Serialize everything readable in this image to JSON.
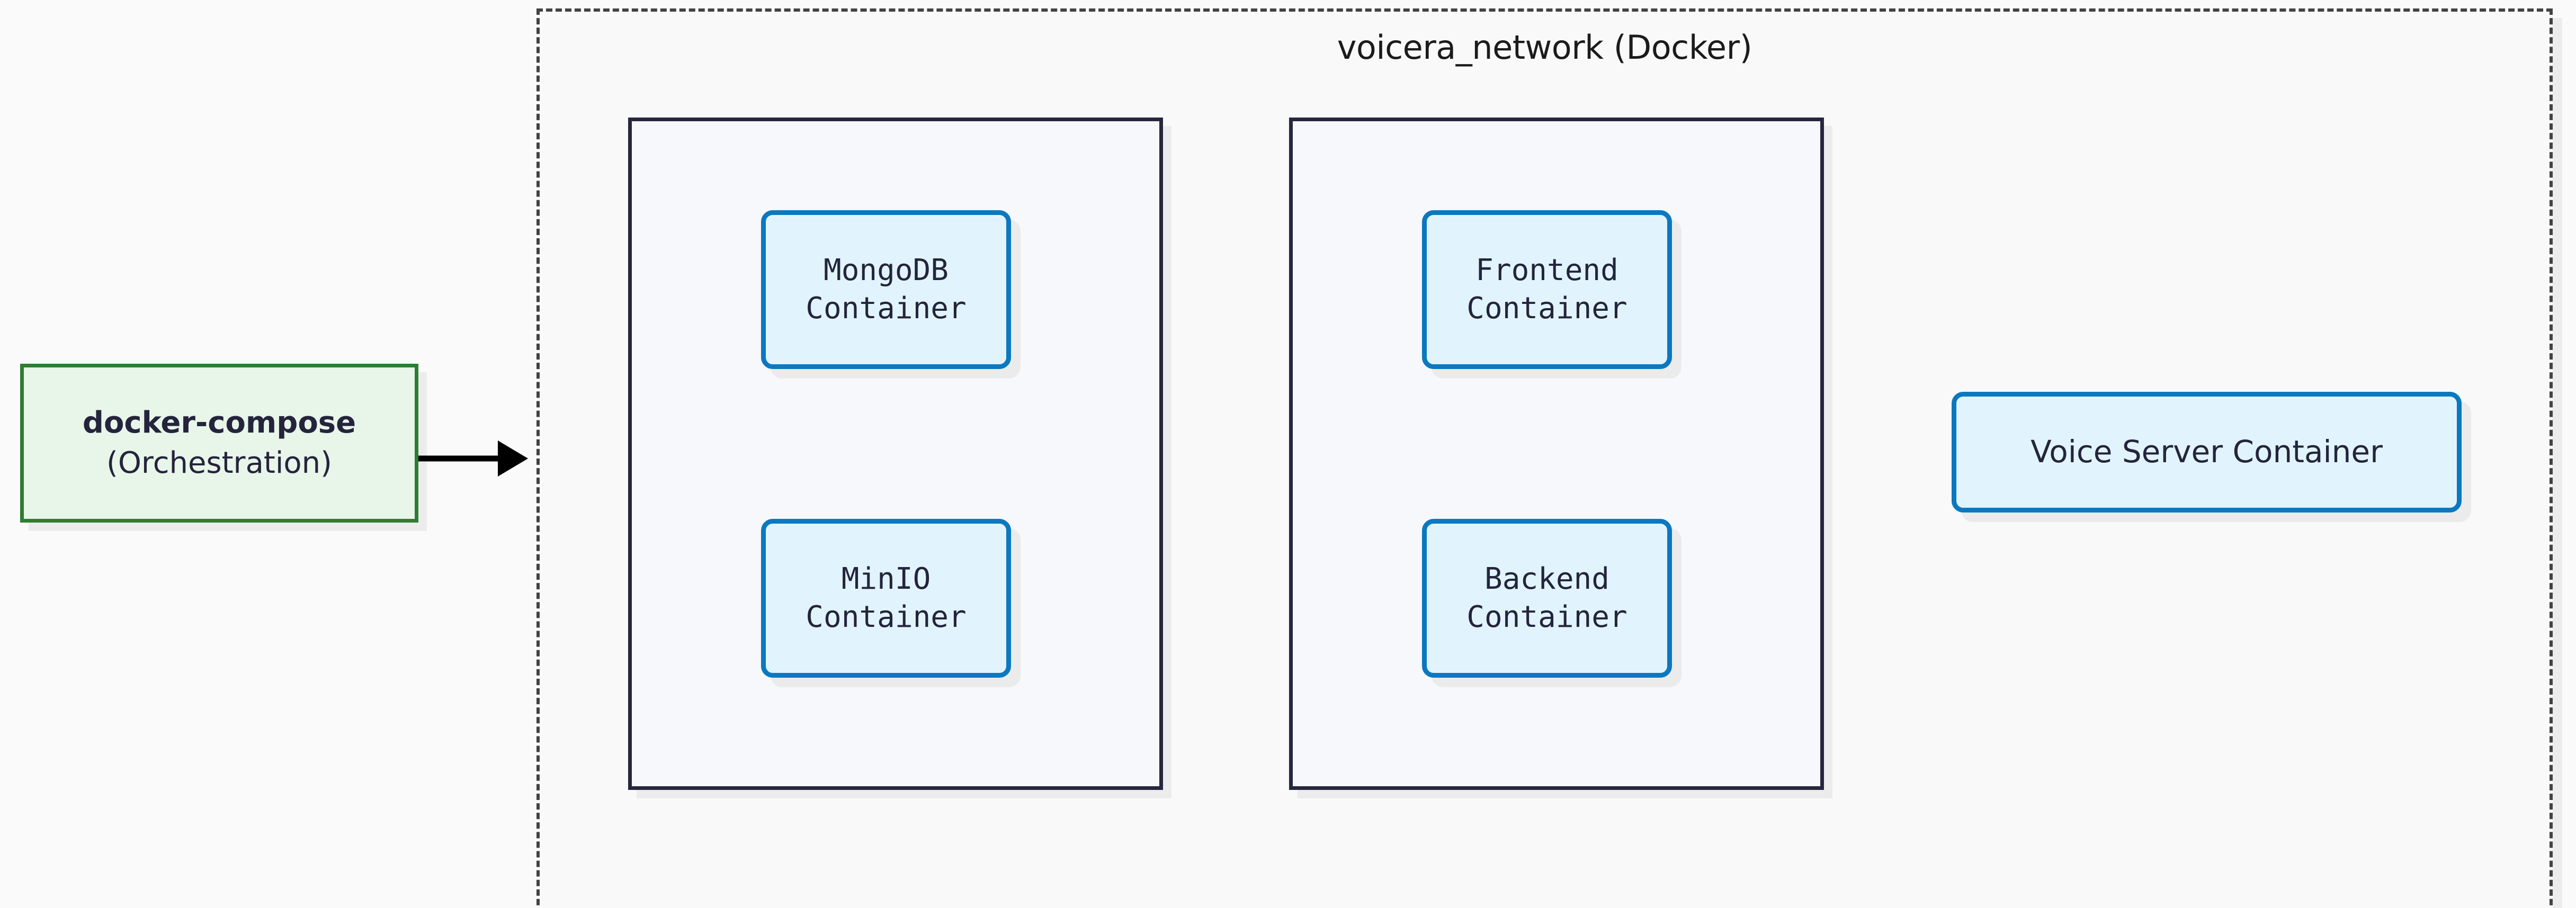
{
  "diagram": {
    "type": "architecture-block-diagram",
    "background_color": "#fafafa"
  },
  "orchestrator": {
    "name": "docker-compose-node",
    "line1": "docker-compose",
    "line2": "(Orchestration)",
    "fill_color": "#e8f5e9",
    "border_color": "#2e7d32"
  },
  "connector": {
    "name": "orchestration-arrow",
    "from": "docker-compose",
    "to": "voicera_network",
    "style": "solid-arrow",
    "color": "#000000"
  },
  "network": {
    "title": "voicera_network (Docker)",
    "border_style": "dashed",
    "border_color": "#424242",
    "fill_color": "#f9f9f9"
  },
  "groups": [
    {
      "name": "data-services-group",
      "border_color": "#26263f",
      "fill_color": "#f7f8fb",
      "nodes": [
        {
          "name": "mongodb-container",
          "line1": "MongoDB",
          "line2": "Container",
          "font": "mono"
        },
        {
          "name": "minio-container",
          "line1": "MinIO",
          "line2": "Container",
          "font": "mono"
        }
      ]
    },
    {
      "name": "app-services-group",
      "border_color": "#26263f",
      "fill_color": "#f7f8fb",
      "nodes": [
        {
          "name": "frontend-container",
          "line1": "Frontend",
          "line2": "Container",
          "font": "mono"
        },
        {
          "name": "backend-container",
          "line1": "Backend",
          "line2": "Container",
          "font": "mono"
        }
      ]
    }
  ],
  "standalone_nodes": [
    {
      "name": "voice-server-container",
      "label": "Voice Server Container",
      "font": "sans",
      "fill_color": "#e1f4fd",
      "border_color": "#0b78bf"
    }
  ]
}
